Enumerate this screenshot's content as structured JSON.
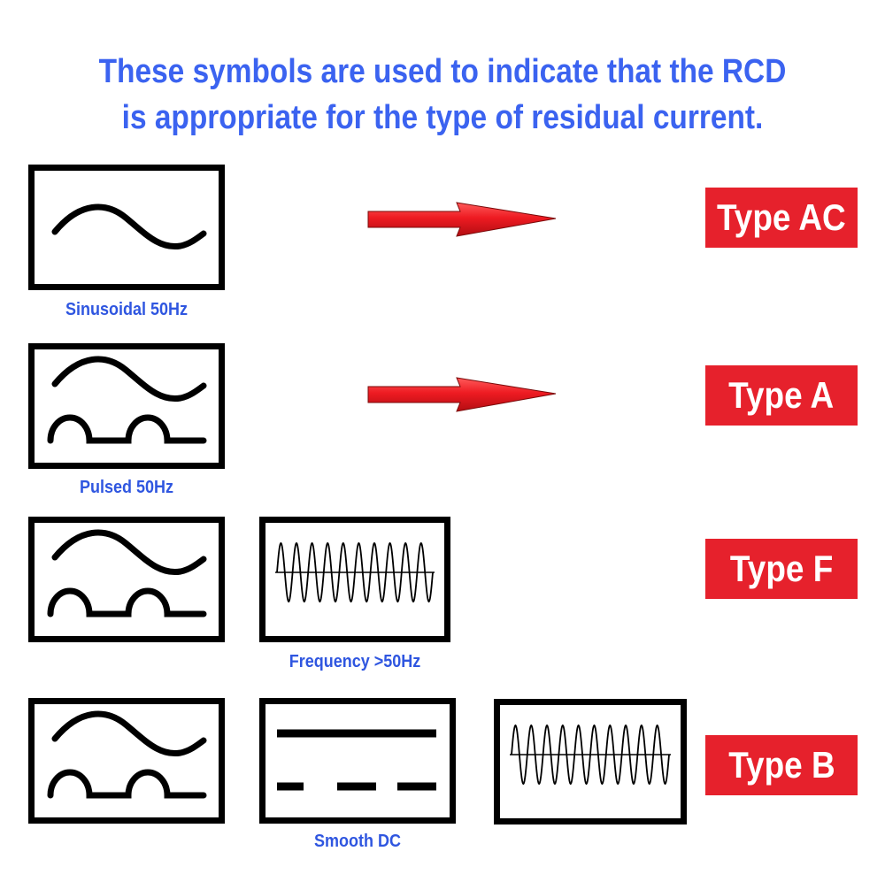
{
  "title": {
    "line1": "These symbols are used to indicate that the RCD",
    "line2": "is appropriate for the type of residual current."
  },
  "captions": {
    "sinusoidal": "Sinusoidal 50Hz",
    "pulsed": "Pulsed 50Hz",
    "frequency": "Frequency >50Hz",
    "smooth_dc": "Smooth DC"
  },
  "types": {
    "ac": "Type AC",
    "a": "Type A",
    "f": "Type F",
    "b": "Type B"
  },
  "colors": {
    "title": "#3b63f0",
    "caption": "#2f56e0",
    "type_box": "#e6212c",
    "arrow": "#e8141c"
  },
  "icons": [
    "sinusoidal-wave-icon",
    "pulsed-wave-icon",
    "high-frequency-wave-icon",
    "smooth-dc-icon",
    "right-arrow-icon"
  ]
}
